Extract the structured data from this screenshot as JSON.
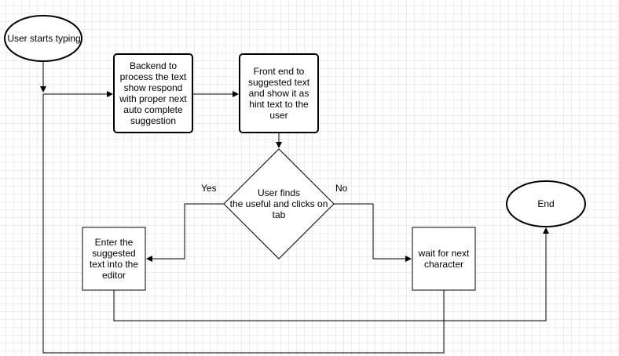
{
  "nodes": {
    "start": "User  starts typing",
    "backend": "Backend to\nprocess the text\nshow respond\nwith proper next\nauto complete\nsuggestion",
    "frontend": "Front end to\nsuggested text\nand show it as\nhint text to the\nuser",
    "decision": "User finds\nthe useful and clicks on\ntab",
    "enter": "Enter the\nsuggested\ntext  into the\neditor",
    "wait": "wait for next\ncharacter",
    "end": "End"
  },
  "edge_labels": {
    "yes": "Yes",
    "no": "No"
  }
}
